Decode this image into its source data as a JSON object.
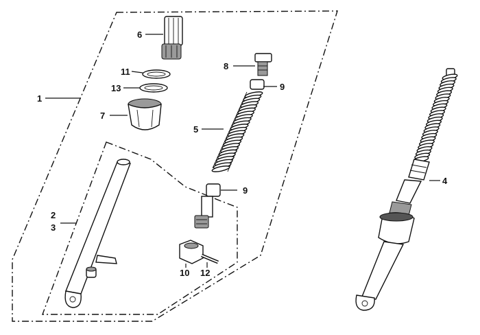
{
  "callouts": {
    "c1": "1",
    "c2": "2",
    "c3": "3",
    "c4": "4",
    "c5": "5",
    "c6": "6",
    "c7": "7",
    "c8": "8",
    "c9a": "9",
    "c9b": "9",
    "c10": "10",
    "c11": "11",
    "c12": "12",
    "c13": "13"
  }
}
